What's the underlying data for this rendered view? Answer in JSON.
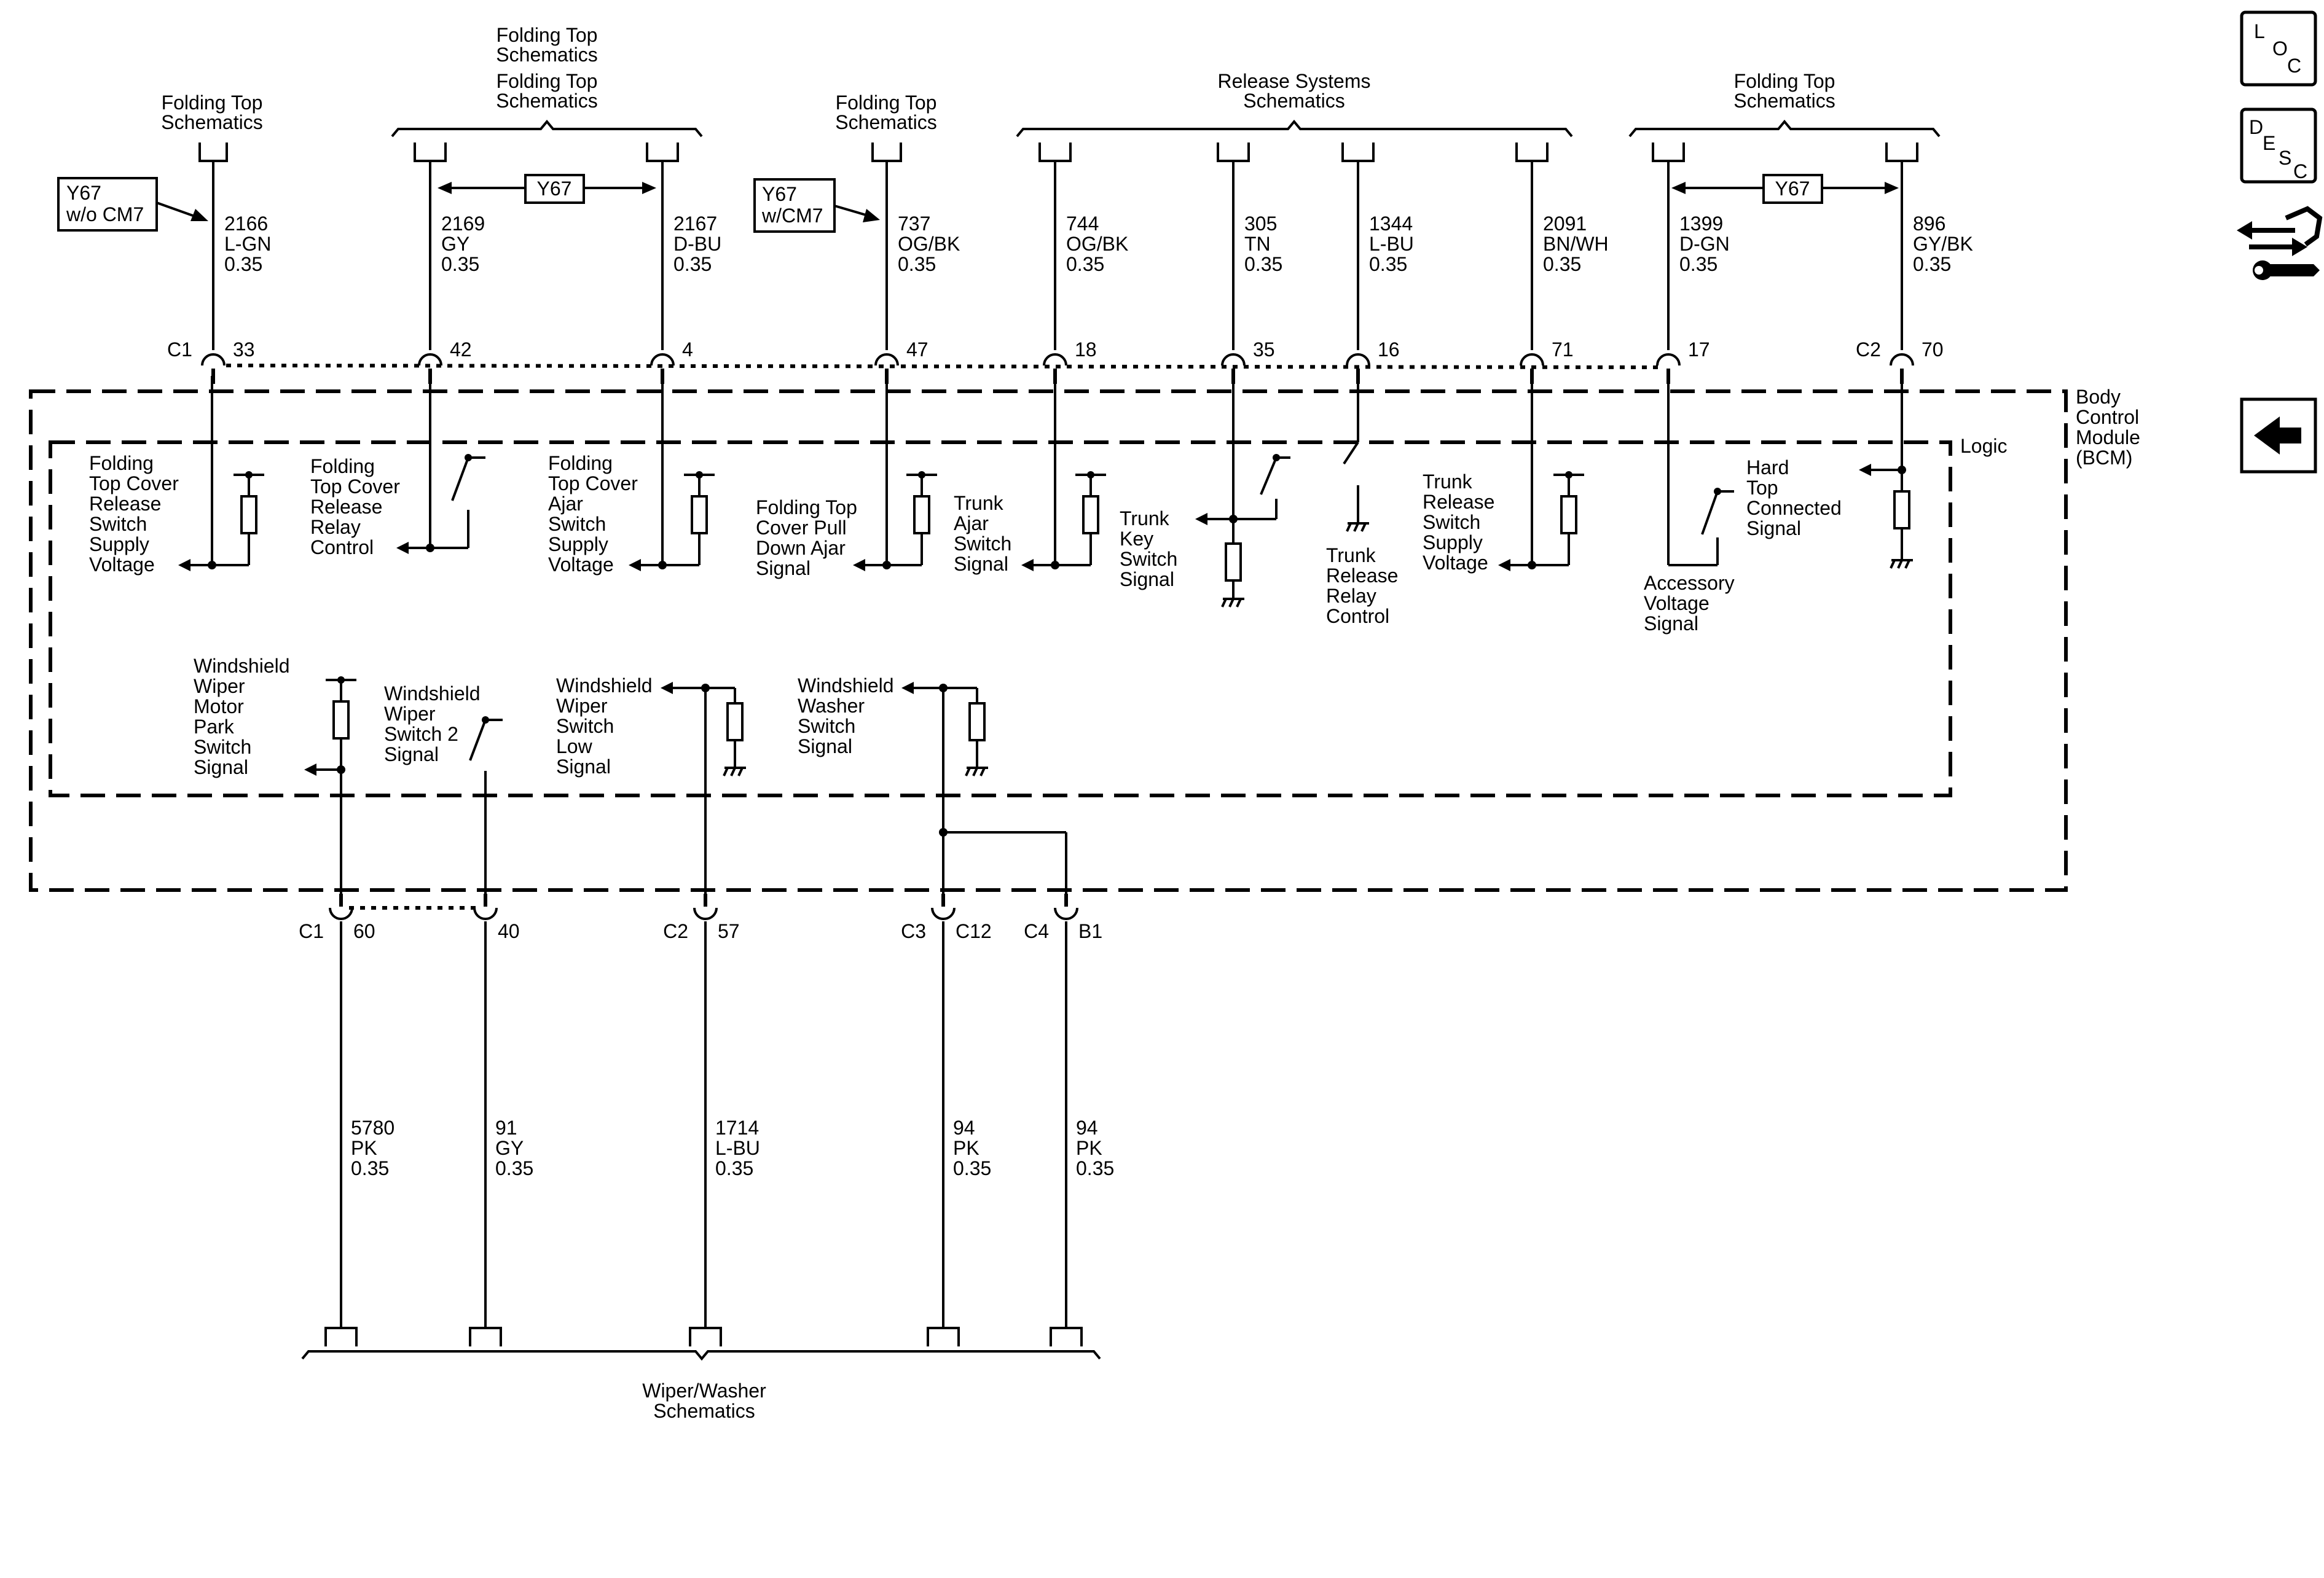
{
  "top_groups": {
    "g1": [
      "Folding Top",
      "Schematics"
    ],
    "g2a": [
      "Folding Top",
      "Schematics"
    ],
    "g2b": [
      "Folding Top",
      "Schematics"
    ],
    "g3": [
      "Folding Top",
      "Schematics"
    ],
    "g4": [
      "Release Systems",
      "Schematics"
    ],
    "g5": [
      "Folding Top",
      "Schematics"
    ]
  },
  "options": {
    "y67_no_cm7": [
      "Y67",
      "w/o CM7"
    ],
    "y67_cm7": [
      "Y67",
      "w/CM7"
    ],
    "y67": "Y67"
  },
  "wires_top": [
    {
      "circuit": "2166",
      "color": "L-GN",
      "size": "0.35",
      "pin": "33",
      "conn": "C1"
    },
    {
      "circuit": "2169",
      "color": "GY",
      "size": "0.35",
      "pin": "42",
      "conn": ""
    },
    {
      "circuit": "2167",
      "color": "D-BU",
      "size": "0.35",
      "pin": "4",
      "conn": ""
    },
    {
      "circuit": "737",
      "color": "OG/BK",
      "size": "0.35",
      "pin": "47",
      "conn": ""
    },
    {
      "circuit": "744",
      "color": "OG/BK",
      "size": "0.35",
      "pin": "18",
      "conn": ""
    },
    {
      "circuit": "305",
      "color": "TN",
      "size": "0.35",
      "pin": "35",
      "conn": ""
    },
    {
      "circuit": "1344",
      "color": "L-BU",
      "size": "0.35",
      "pin": "16",
      "conn": ""
    },
    {
      "circuit": "2091",
      "color": "BN/WH",
      "size": "0.35",
      "pin": "71",
      "conn": ""
    },
    {
      "circuit": "1399",
      "color": "D-GN",
      "size": "0.35",
      "pin": "17",
      "conn": ""
    },
    {
      "circuit": "896",
      "color": "GY/BK",
      "size": "0.35",
      "pin": "70",
      "conn": "C2"
    }
  ],
  "module": {
    "name": [
      "Body",
      "Control",
      "Module",
      "(BCM)"
    ],
    "logic": "Logic"
  },
  "signals_top": [
    [
      "Folding",
      "Top Cover",
      "Release",
      "Switch",
      "Supply",
      "Voltage"
    ],
    [
      "Folding",
      "Top Cover",
      "Release",
      "Relay",
      "Control"
    ],
    [
      "Folding",
      "Top Cover",
      "Ajar",
      "Switch",
      "Supply",
      "Voltage"
    ],
    [
      "Folding Top",
      "Cover Pull",
      "Down Ajar",
      "Signal"
    ],
    [
      "Trunk",
      "Ajar",
      "Switch",
      "Signal"
    ],
    [
      "Trunk",
      "Key",
      "Switch",
      "Signal"
    ],
    [
      "Trunk",
      "Release",
      "Relay",
      "Control"
    ],
    [
      "Trunk",
      "Release",
      "Switch",
      "Supply",
      "Voltage"
    ],
    [
      "Accessory",
      "Voltage",
      "Signal"
    ],
    [
      "Hard",
      "Top",
      "Connected",
      "Signal"
    ]
  ],
  "signals_bottom": [
    [
      "Windshield",
      "Wiper",
      "Motor",
      "Park",
      "Switch",
      "Signal"
    ],
    [
      "Windshield",
      "Wiper",
      "Switch 2",
      "Signal"
    ],
    [
      "Windshield",
      "Wiper",
      "Switch",
      "Low",
      "Signal"
    ],
    [
      "Windshield",
      "Washer",
      "Switch",
      "Signal"
    ]
  ],
  "wires_bottom": [
    {
      "circuit": "5780",
      "color": "PK",
      "size": "0.35",
      "pin": "60",
      "conn": "C1"
    },
    {
      "circuit": "91",
      "color": "GY",
      "size": "0.35",
      "pin": "40",
      "conn": ""
    },
    {
      "circuit": "1714",
      "color": "L-BU",
      "size": "0.35",
      "pin": "57",
      "conn": "C2"
    },
    {
      "circuit": "94",
      "color": "PK",
      "size": "0.35",
      "pin": "C12",
      "conn": "C3"
    },
    {
      "circuit": "94",
      "color": "PK",
      "size": "0.35",
      "pin": "B1",
      "conn": "C4"
    }
  ],
  "bottom_group": [
    "Wiper/Washer",
    "Schematics"
  ],
  "nav": {
    "loc": [
      "L",
      "O",
      "C"
    ],
    "desc": [
      "D",
      "E",
      "S",
      "C"
    ],
    "connector_icon": "connector-wrench-icon",
    "back_icon": "back-arrow-icon"
  }
}
